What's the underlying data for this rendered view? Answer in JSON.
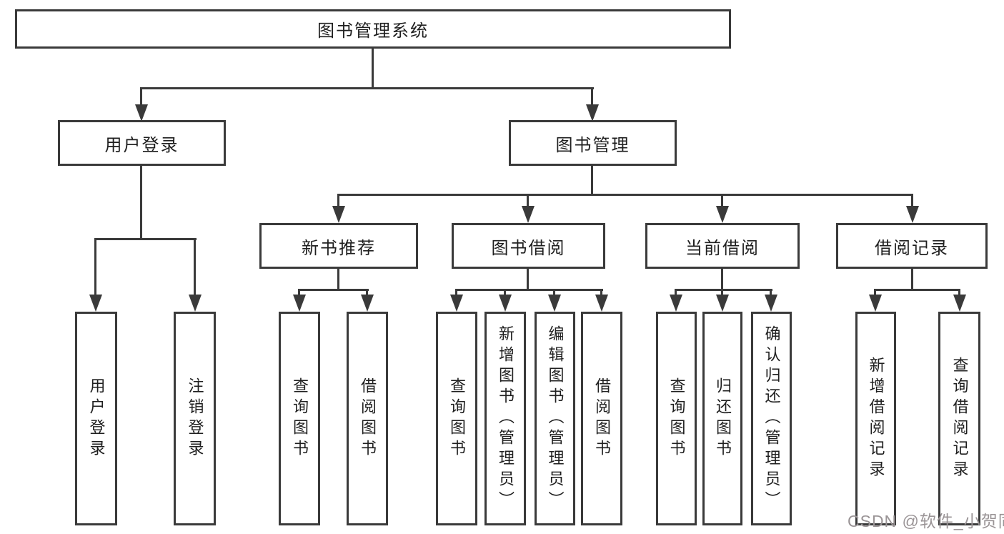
{
  "diagram": {
    "root_label": "图书管理系统",
    "nodes": {
      "user_login": "用户登录",
      "book_mgmt": "图书管理",
      "new_book": "新书推荐",
      "book_borrow": "图书借阅",
      "current_borrow": "当前借阅",
      "borrow_record": "借阅记录"
    },
    "leaves": {
      "user_login": [
        "用户登录",
        "注销登录"
      ],
      "new_book": [
        "查询图书",
        "借阅图书"
      ],
      "book_borrow": [
        "查询图书",
        "新增图书（管理员）",
        "编辑图书（管理员）",
        "借阅图书"
      ],
      "current_borrow": [
        "查询图书",
        "归还图书",
        "确认归还（管理员）"
      ],
      "borrow_record": [
        "新增借阅记录",
        "查询借阅记录"
      ]
    }
  },
  "watermark": {
    "text": "CSDN @软件_小贺同学"
  },
  "colors": {
    "line": "#3a3a3a",
    "text": "#1f1f1f",
    "watermark": "#9a9496",
    "background": "#ffffff"
  }
}
